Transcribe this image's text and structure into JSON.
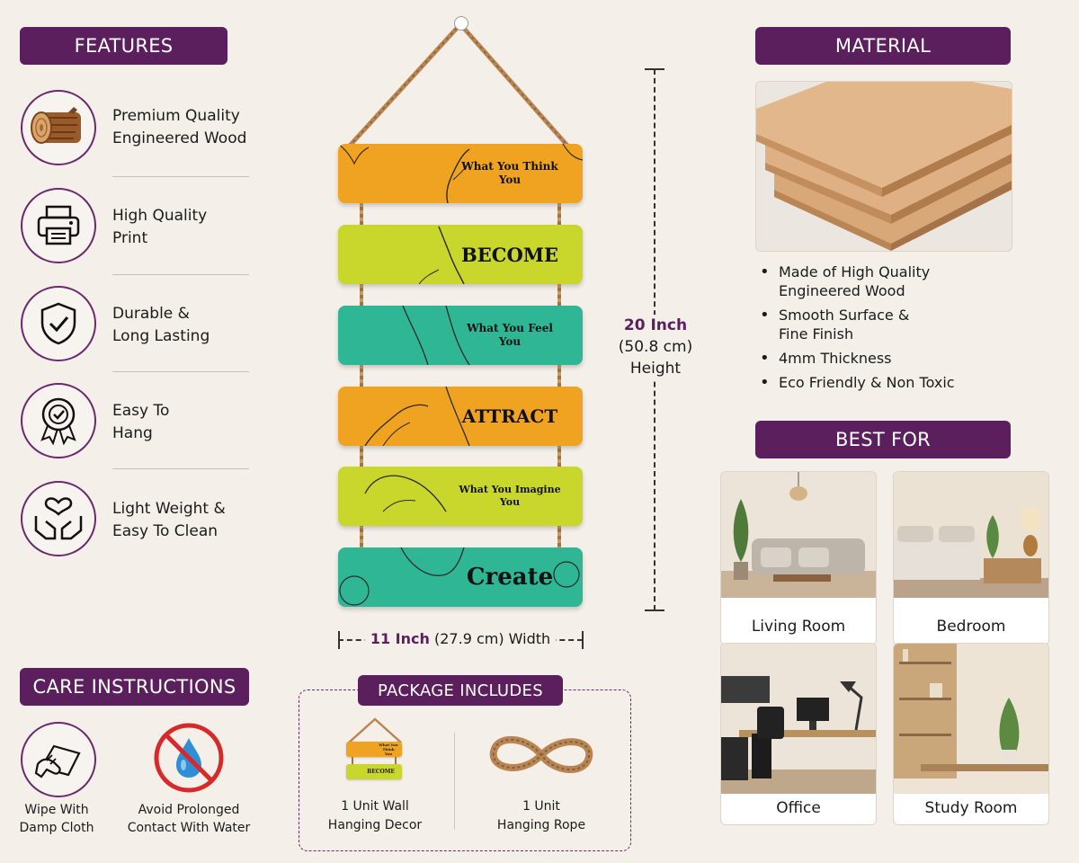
{
  "features": {
    "title": "FEATURES",
    "items": [
      {
        "icon": "wood-log-icon",
        "line1": "Premium Quality",
        "line2": "Engineered Wood"
      },
      {
        "icon": "printer-icon",
        "line1": "High Quality",
        "line2": "Print"
      },
      {
        "icon": "shield-check-icon",
        "line1": "Durable &",
        "line2": "Long Lasting"
      },
      {
        "icon": "badge-check-icon",
        "line1": "Easy To",
        "line2": "Hang"
      },
      {
        "icon": "hands-heart-icon",
        "line1": "Light Weight &",
        "line2": "Easy To Clean"
      }
    ]
  },
  "product": {
    "planks": [
      {
        "line1": "What You Think",
        "line2": "You",
        "color": "#f0a321"
      },
      {
        "line1": "BECOME",
        "line2": "",
        "color": "#c9d62c"
      },
      {
        "line1": "What You Feel",
        "line2": "You",
        "color": "#2fb795"
      },
      {
        "line1": "ATTRACT",
        "line2": "",
        "color": "#f0a321"
      },
      {
        "line1": "What You Imagine",
        "line2": "You",
        "color": "#c9d62c"
      },
      {
        "line1": "Create",
        "line2": "",
        "color": "#2fb795"
      }
    ],
    "height_value": "20 Inch",
    "height_cm": "(50.8 cm)",
    "height_label": "Height",
    "width_value": "11 Inch",
    "width_rest": "(27.9 cm) Width"
  },
  "material": {
    "title": "MATERIAL",
    "bullets": [
      [
        "Made of High Quality",
        "Engineered Wood"
      ],
      [
        "Smooth Surface &",
        "Fine Finish"
      ],
      [
        "4mm Thickness"
      ],
      [
        "Eco Friendly & Non Toxic"
      ]
    ]
  },
  "best_for": {
    "title": "BEST FOR",
    "rooms": [
      "Living Room",
      "Bedroom",
      "Office",
      "Study Room"
    ]
  },
  "care": {
    "title": "CARE INSTRUCTIONS",
    "items": [
      {
        "icon": "wipe-cloth-icon",
        "line1": "Wipe With",
        "line2": "Damp Cloth"
      },
      {
        "icon": "no-water-icon",
        "line1": "Avoid Prolonged",
        "line2": "Contact With Water"
      }
    ]
  },
  "package": {
    "title": "PACKAGE INCLUDES",
    "items": [
      {
        "line1": "1 Unit Wall",
        "line2": "Hanging Decor",
        "mini_plank1": "What You Think You",
        "mini_plank2": "BECOME"
      },
      {
        "line1": "1 Unit",
        "line2": "Hanging Rope"
      }
    ]
  },
  "colors": {
    "accent": "#5b1f5e",
    "background": "#f4efe9",
    "orange_plank": "#f0a321",
    "lime_plank": "#c9d62c",
    "teal_plank": "#2fb795"
  }
}
